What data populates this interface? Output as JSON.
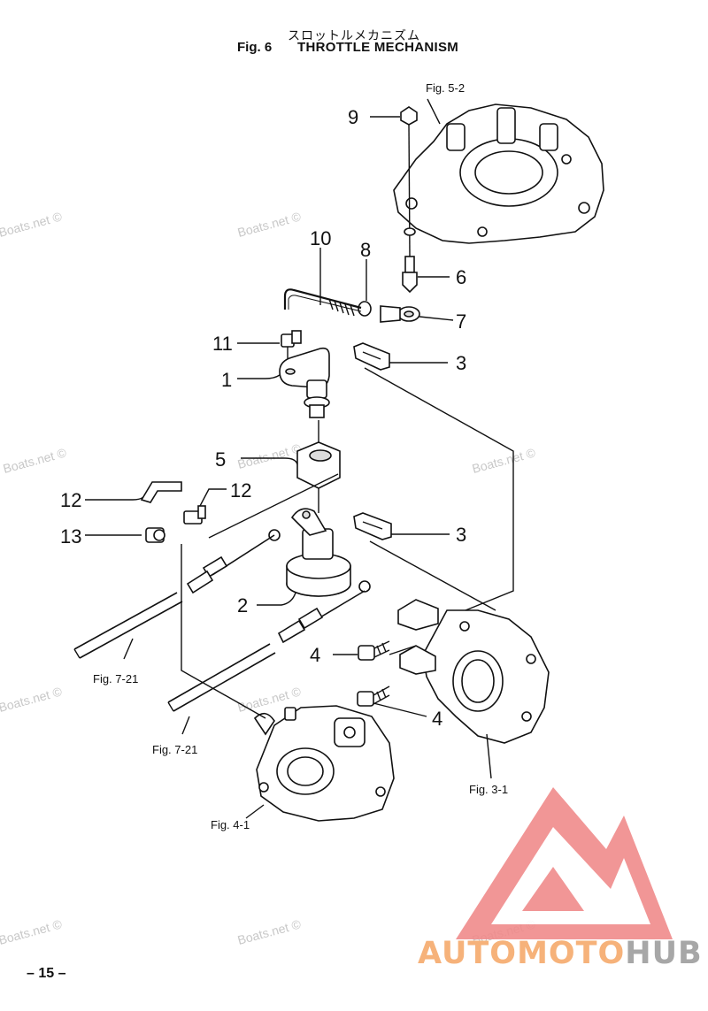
{
  "header": {
    "title_jp": "スロットルメカニズム",
    "fig_number": "Fig. 6",
    "fig_title": "THROTTLE MECHANISM"
  },
  "callouts": {
    "c1": "1",
    "c2": "2",
    "c3a": "3",
    "c3b": "3",
    "c4a": "4",
    "c4b": "4",
    "c5": "5",
    "c6": "6",
    "c7": "7",
    "c8": "8",
    "c9": "9",
    "c10": "10",
    "c11": "11",
    "c12a": "12",
    "c12b": "12",
    "c13": "13"
  },
  "figure_refs": {
    "fig52": "Fig. 5-2",
    "fig721a": "Fig. 7-21",
    "fig721b": "Fig. 7-21",
    "fig31": "Fig. 3-1",
    "fig41": "Fig. 4-1"
  },
  "watermark": "Boats.net ©",
  "page_number": "– 15 –",
  "logo": {
    "auto": "AUTO",
    "moto": "MOTO",
    "hub": "HUB",
    "colors": {
      "mark": "#f08b8b",
      "auto_moto": "#f6b27a",
      "hub": "#a7a7a7"
    }
  }
}
